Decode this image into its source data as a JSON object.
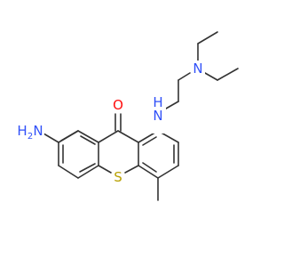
{
  "atoms": {
    "n_amino": {
      "symbol": "N",
      "h": "H",
      "h_count": "2",
      "color": "#3050F8"
    },
    "o_carbonyl": {
      "symbol": "O",
      "color": "#FF0D0D"
    },
    "n_aryl_amine": {
      "symbol": "N",
      "h": "H",
      "color": "#3050F8"
    },
    "n_diethyl": {
      "symbol": "N",
      "color": "#3050F8"
    },
    "s_ring": {
      "symbol": "S",
      "color": "#B8A000"
    }
  },
  "bond_color": "#333333"
}
